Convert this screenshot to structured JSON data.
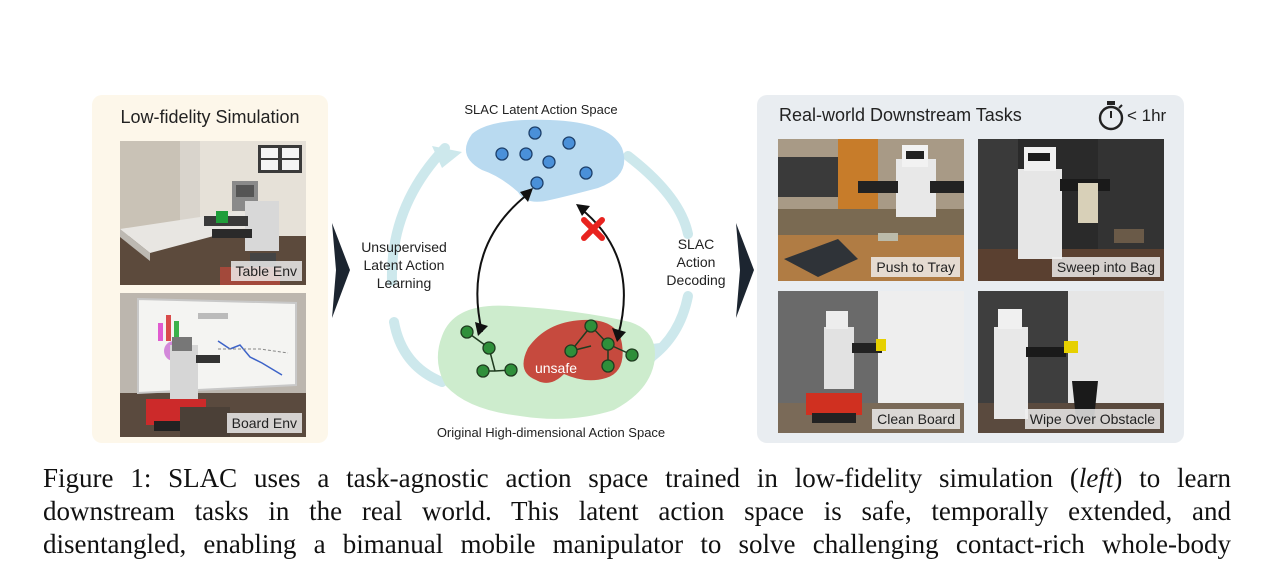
{
  "left_panel": {
    "title": "Low-fidelity Simulation",
    "images": [
      {
        "label": "Table Env"
      },
      {
        "label": "Board Env"
      }
    ]
  },
  "center": {
    "latent_space_label": "SLAC Latent Action Space",
    "original_space_label": "Original High-dimensional Action Space",
    "unsafe_label": "unsafe",
    "left_arrow_text": [
      "Unsupervised",
      "Latent Action",
      "Learning"
    ],
    "right_arrow_text": [
      "SLAC",
      "Action",
      "Decoding"
    ]
  },
  "right_panel": {
    "title": "Real-world Downstream Tasks",
    "time_label": "< 1hr",
    "tasks": [
      {
        "label": "Push to Tray"
      },
      {
        "label": "Sweep into Bag"
      },
      {
        "label": "Clean Board"
      },
      {
        "label": "Wipe Over Obstacle"
      }
    ]
  },
  "caption": {
    "line1_a": "Figure 1: SLAC uses a task-agnostic action space trained in low-fidelity simulation (",
    "line1_em": "left",
    "line1_b": ") to learn",
    "line2": "downstream tasks in the real world.  This latent action space is safe, temporally extended, and",
    "line3": "disentangled, enabling a bimanual mobile manipulator to solve challenging contact-rich whole-body"
  },
  "colors": {
    "left_panel_bg": "#fdf7ea",
    "right_panel_bg": "#e9edf1",
    "latent_blob": "#b9daf0",
    "latent_node": "#4a90d9",
    "original_blob": "#cdeccd",
    "original_node": "#2f8f3a",
    "unsafe_blob": "#c64a3e",
    "cycle_arrow": "#cde8ec",
    "blocked_x": "#e8231f"
  }
}
